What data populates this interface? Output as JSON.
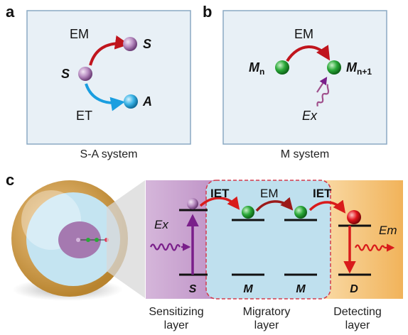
{
  "panel_a": {
    "letter": "a",
    "em": "EM",
    "et": "ET",
    "s_main": "S",
    "s_product": "S",
    "a_product": "A",
    "caption": "S-A system",
    "colors": {
      "panel_bg": "#e8f0f6",
      "panel_border": "#8aa9c4",
      "em_arrow": "#c0151d",
      "et_arrow": "#1a9ee0",
      "s_ball": "#b78bc0",
      "a_ball": "#3ab3e6"
    }
  },
  "panel_b": {
    "letter": "b",
    "em": "EM",
    "m_left": "M",
    "m_left_sub": "n",
    "m_right": "M",
    "m_right_sub": "n+1",
    "ex": "Ex",
    "caption": "M system",
    "colors": {
      "m_ball": "#2aa838",
      "ex_wave": "#a0508c"
    }
  },
  "panel_c": {
    "letter": "c",
    "iet_left": "IET",
    "em": "EM",
    "iet_right": "IET",
    "ex": "Ex",
    "em_out": "Em",
    "level_s": "S",
    "level_m1": "M",
    "level_m2": "M",
    "level_d": "D",
    "layer_sensitizing_1": "Sensitizing",
    "layer_sensitizing_2": "layer",
    "layer_migratory_1": "Migratory",
    "layer_migratory_2": "layer",
    "layer_detecting_1": "Detecting",
    "layer_detecting_2": "layer",
    "colors": {
      "sensitizing": "#c9a4cf",
      "migratory": "#bfe0ee",
      "detecting": "#f4c27a",
      "dashed_border": "#d43a4b",
      "d_ball": "#e0141c",
      "excitation_arrow": "#7a1f8a",
      "emission": "#d91b1b"
    }
  }
}
